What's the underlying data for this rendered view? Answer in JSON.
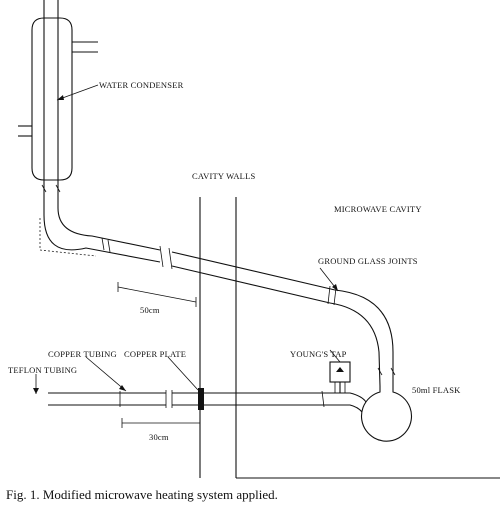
{
  "labels": {
    "water_condenser": "WATER CONDENSER",
    "cavity_walls": "CAVITY WALLS",
    "microwave_cavity": "MICROWAVE CAVITY",
    "ground_glass_joints": "GROUND GLASS JOINTS",
    "dim_50cm": "50cm",
    "copper_tubing": "COPPER TUBING",
    "copper_plate": "COPPER PLATE",
    "youngs_tap": "YOUNG'S TAP",
    "teflon_tubing": "TEFLON TUBING",
    "flask": "50ml FLASK",
    "dim_30cm": "30cm"
  },
  "caption": "Fig. 1. Modified microwave heating system applied."
}
